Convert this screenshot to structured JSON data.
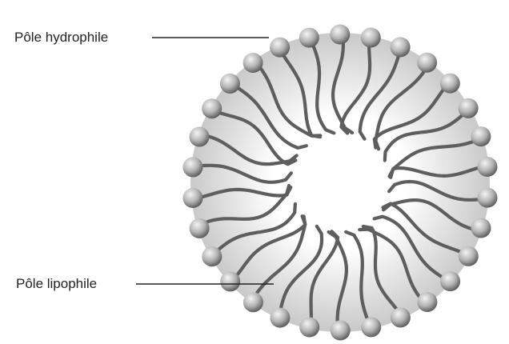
{
  "labels": {
    "hydrophilic_pole": "Pôle hydrophile",
    "lipophilic_pole": "Pôle lipophile"
  },
  "colors": {
    "background": "#ffffff",
    "micelle_fill_center": "#ffffff",
    "micelle_fill_edge": "#c9c9c9",
    "tail_stroke": "#5e5e5e",
    "head_light": "#f4f4f4",
    "head_dark": "#5a5a5a",
    "leader_line": "#222222"
  },
  "molecule_count": 30
}
